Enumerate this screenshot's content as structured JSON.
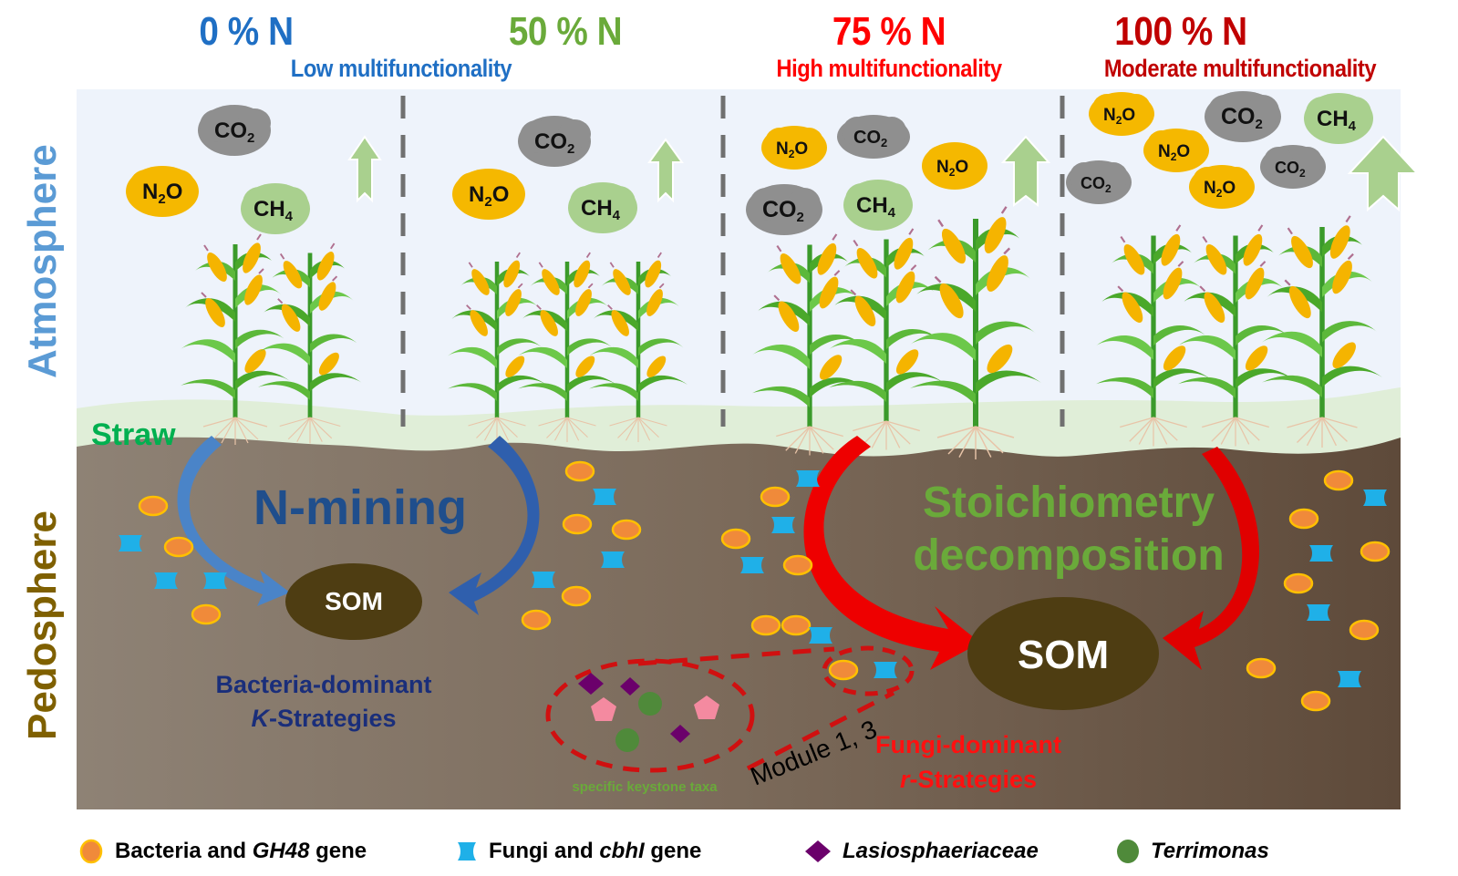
{
  "columns": [
    {
      "title": "0 % N",
      "color": "#1f6fc4",
      "subtitle": "Low multifunctionality",
      "subtitle_color": "#1f6fc4"
    },
    {
      "title": "50 % N",
      "color": "#6aaa3a"
    },
    {
      "title": "75 % N",
      "color": "#ff0000",
      "subtitle": "High multifunctionality",
      "subtitle_color": "#ff0000"
    },
    {
      "title": "100 % N",
      "color": "#c00000",
      "subtitle": "Moderate multifunctionality",
      "subtitle_color": "#c00000"
    }
  ],
  "side_labels": {
    "atmosphere": "Atmosphere",
    "pedosphere": "Pedosphere"
  },
  "gases": {
    "co2": "CO",
    "co2_sub": "2",
    "n2o_a": "N",
    "n2o_sub": "2",
    "n2o_b": "O",
    "ch4": "CH",
    "ch4_sub": "4"
  },
  "labels": {
    "straw": "Straw",
    "n_mining": "N-mining",
    "stoich_line1": "Stoichiometry",
    "stoich_line2": "decomposition",
    "som": "SOM",
    "bacteria_dominant": "Bacteria-dominant",
    "k_letter": "K",
    "k_strategies": "-Strategies",
    "fungi_dominant": "Fungi-dominant",
    "r_letter": "r",
    "r_strategies": "-Strategies",
    "keystone": "specific keystone taxa",
    "module": "Module 1, 3"
  },
  "legend": [
    {
      "icon": "bacteria-circle",
      "text_a": "Bacteria and ",
      "text_it": "GH48",
      "text_b": " gene"
    },
    {
      "icon": "fungi-tab",
      "text_a": "Fungi and ",
      "text_it": "cbhI",
      "text_b": " gene"
    },
    {
      "icon": "purple-diamond",
      "text_a": "",
      "text_it": "Lasiosphaeriaceae",
      "text_b": ""
    },
    {
      "icon": "green-blob",
      "text_a": "",
      "text_it": "Terrimonas",
      "text_b": ""
    }
  ],
  "colors": {
    "atmosphere_bg": "#eef3fb",
    "straw_layer": "#e0eed8",
    "soil_light": "#8c7f72",
    "soil_dark": "#5e4a3a",
    "som": "#4e3d12",
    "bacteria_fill": "#f08a3a",
    "bacteria_ring": "#ffc000",
    "fungi": "#1fb0e8",
    "diamond": "#6b006b",
    "blob": "#4f8a3a",
    "pentagon": "#f48aa0",
    "arrow_blue": "#3f6fb3",
    "arrow_red": "#ee0000",
    "up_arrow": "#a9d08e"
  }
}
